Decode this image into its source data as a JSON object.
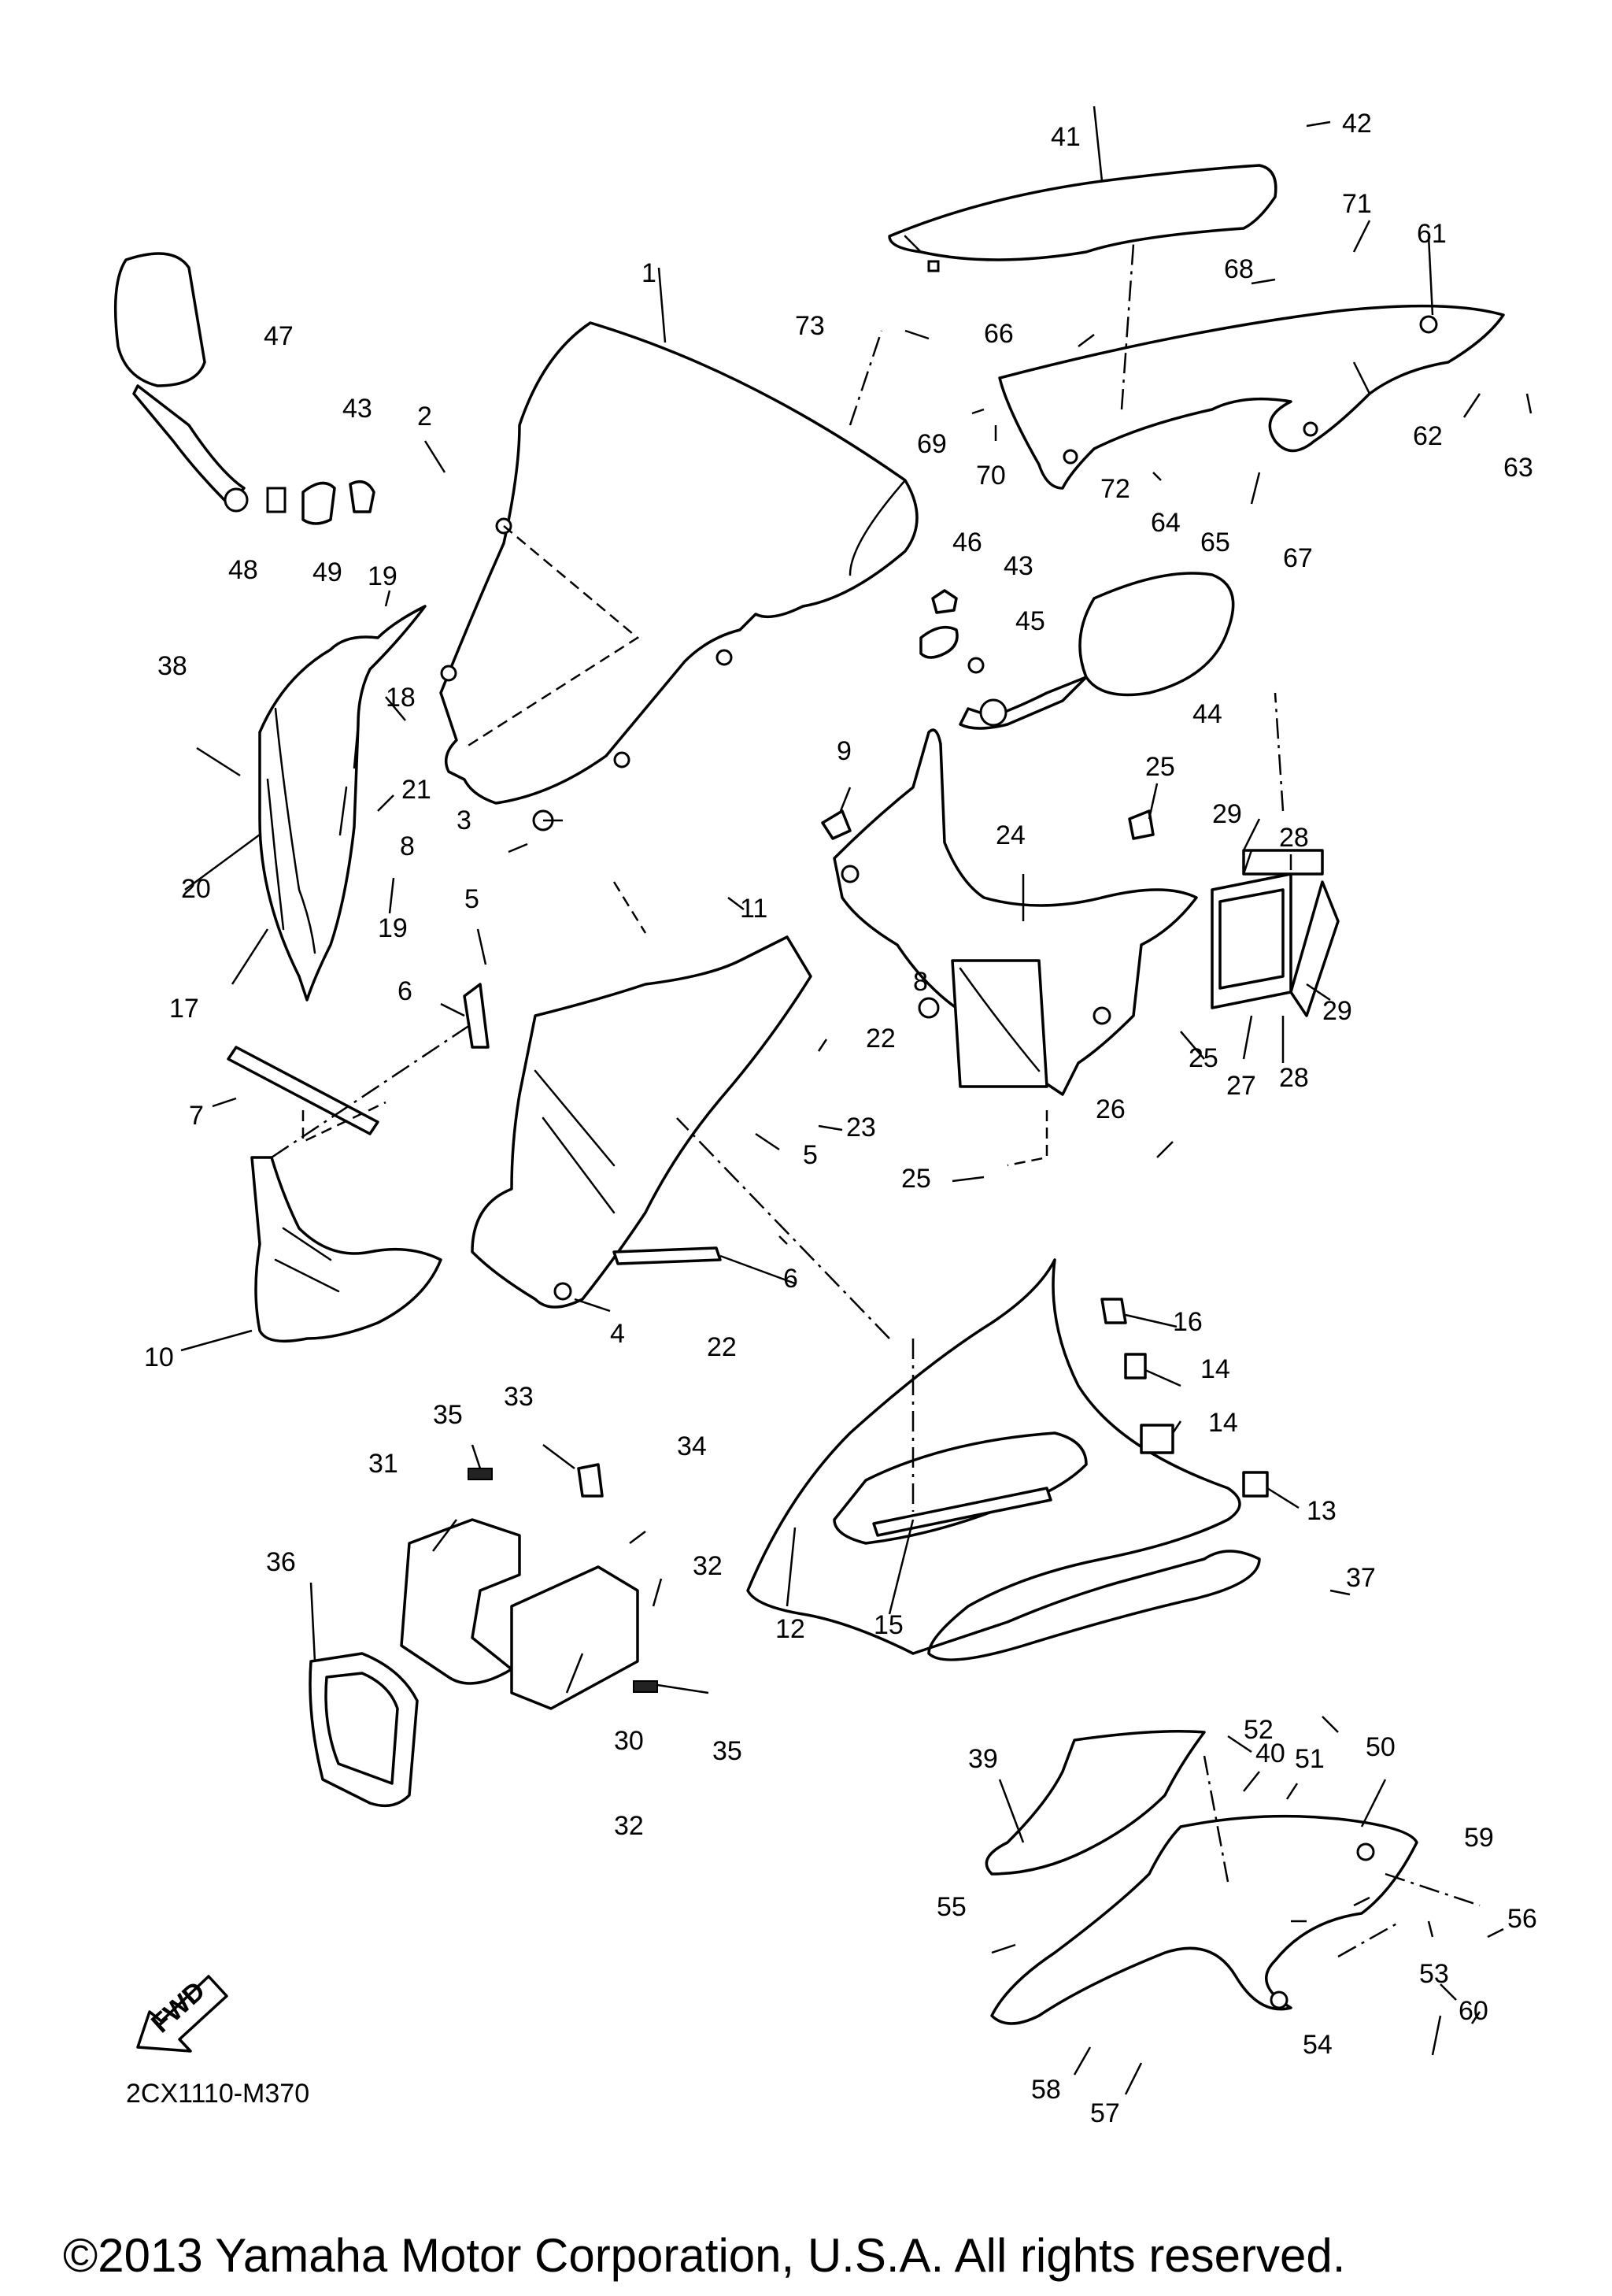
{
  "diagram_code": "2CX1110-M370",
  "copyright": "©2013 Yamaha Motor Corporation, U.S.A. All rights reserved.",
  "fwd_label": "FWD",
  "parts": [
    {
      "id": "p1",
      "num": "1"
    },
    {
      "id": "p2",
      "num": "2"
    },
    {
      "id": "p3",
      "num": "3"
    },
    {
      "id": "p4",
      "num": "4"
    },
    {
      "id": "p5a",
      "num": "5"
    },
    {
      "id": "p5b",
      "num": "5"
    },
    {
      "id": "p6a",
      "num": "6"
    },
    {
      "id": "p6b",
      "num": "6"
    },
    {
      "id": "p7",
      "num": "7"
    },
    {
      "id": "p8a",
      "num": "8"
    },
    {
      "id": "p8b",
      "num": "8"
    },
    {
      "id": "p9",
      "num": "9"
    },
    {
      "id": "p10",
      "num": "10"
    },
    {
      "id": "p11",
      "num": "11"
    },
    {
      "id": "p12",
      "num": "12"
    },
    {
      "id": "p13",
      "num": "13"
    },
    {
      "id": "p14a",
      "num": "14"
    },
    {
      "id": "p14b",
      "num": "14"
    },
    {
      "id": "p15",
      "num": "15"
    },
    {
      "id": "p16",
      "num": "16"
    },
    {
      "id": "p17",
      "num": "17"
    },
    {
      "id": "p18",
      "num": "18"
    },
    {
      "id": "p19a",
      "num": "19"
    },
    {
      "id": "p19b",
      "num": "19"
    },
    {
      "id": "p20",
      "num": "20"
    },
    {
      "id": "p21",
      "num": "21"
    },
    {
      "id": "p22a",
      "num": "22"
    },
    {
      "id": "p22b",
      "num": "22"
    },
    {
      "id": "p23",
      "num": "23"
    },
    {
      "id": "p24",
      "num": "24"
    },
    {
      "id": "p25a",
      "num": "25"
    },
    {
      "id": "p25b",
      "num": "25"
    },
    {
      "id": "p25c",
      "num": "25"
    },
    {
      "id": "p26",
      "num": "26"
    },
    {
      "id": "p27",
      "num": "27"
    },
    {
      "id": "p28a",
      "num": "28"
    },
    {
      "id": "p28b",
      "num": "28"
    },
    {
      "id": "p29a",
      "num": "29"
    },
    {
      "id": "p29b",
      "num": "29"
    },
    {
      "id": "p30",
      "num": "30"
    },
    {
      "id": "p31",
      "num": "31"
    },
    {
      "id": "p32a",
      "num": "32"
    },
    {
      "id": "p32b",
      "num": "32"
    },
    {
      "id": "p33",
      "num": "33"
    },
    {
      "id": "p34",
      "num": "34"
    },
    {
      "id": "p35a",
      "num": "35"
    },
    {
      "id": "p35b",
      "num": "35"
    },
    {
      "id": "p36",
      "num": "36"
    },
    {
      "id": "p37",
      "num": "37"
    },
    {
      "id": "p38",
      "num": "38"
    },
    {
      "id": "p39",
      "num": "39"
    },
    {
      "id": "p40",
      "num": "40"
    },
    {
      "id": "p41",
      "num": "41"
    },
    {
      "id": "p42",
      "num": "42"
    },
    {
      "id": "p43a",
      "num": "43"
    },
    {
      "id": "p43b",
      "num": "43"
    },
    {
      "id": "p44",
      "num": "44"
    },
    {
      "id": "p45",
      "num": "45"
    },
    {
      "id": "p46",
      "num": "46"
    },
    {
      "id": "p47",
      "num": "47"
    },
    {
      "id": "p48",
      "num": "48"
    },
    {
      "id": "p49",
      "num": "49"
    },
    {
      "id": "p50",
      "num": "50"
    },
    {
      "id": "p51",
      "num": "51"
    },
    {
      "id": "p52",
      "num": "52"
    },
    {
      "id": "p53",
      "num": "53"
    },
    {
      "id": "p54",
      "num": "54"
    },
    {
      "id": "p55",
      "num": "55"
    },
    {
      "id": "p56",
      "num": "56"
    },
    {
      "id": "p57",
      "num": "57"
    },
    {
      "id": "p58",
      "num": "58"
    },
    {
      "id": "p59",
      "num": "59"
    },
    {
      "id": "p60",
      "num": "60"
    },
    {
      "id": "p61",
      "num": "61"
    },
    {
      "id": "p62",
      "num": "62"
    },
    {
      "id": "p63",
      "num": "63"
    },
    {
      "id": "p64",
      "num": "64"
    },
    {
      "id": "p65",
      "num": "65"
    },
    {
      "id": "p66",
      "num": "66"
    },
    {
      "id": "p67",
      "num": "67"
    },
    {
      "id": "p68",
      "num": "68"
    },
    {
      "id": "p69",
      "num": "69"
    },
    {
      "id": "p70",
      "num": "70"
    },
    {
      "id": "p71",
      "num": "71"
    },
    {
      "id": "p72",
      "num": "72"
    },
    {
      "id": "p73",
      "num": "73"
    }
  ]
}
